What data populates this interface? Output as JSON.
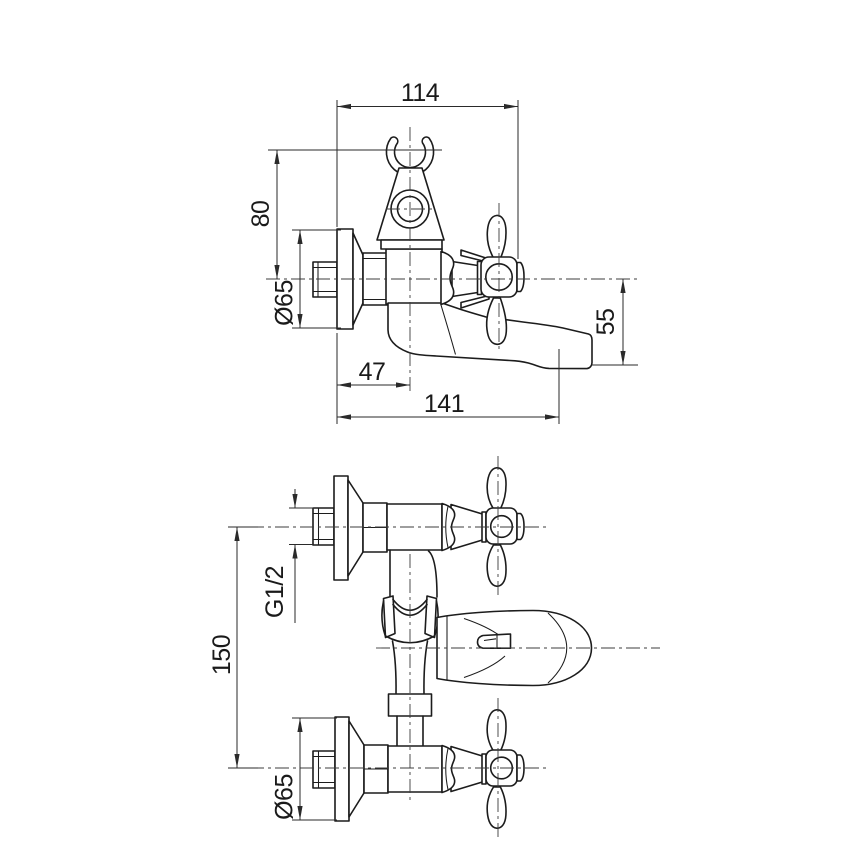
{
  "drawing_type": "technical drawing - wall mounted bath/shower mixer with cross handles, two orthographic views",
  "colors": {
    "background": "#ffffff",
    "outline": "#1c1c1c",
    "dimension": "#2a2a2a",
    "centerline": "#3c3c3c"
  },
  "labels": {
    "side_view": {
      "top_width": "114",
      "holder_height": "80",
      "flange_dia": "Ø65",
      "spout_offset": "47",
      "spout_reach": "141",
      "spout_drop": "55"
    },
    "plan_view": {
      "inlet_spacing": "150",
      "thread": "G1/2",
      "flange_dia": "Ø65"
    }
  }
}
